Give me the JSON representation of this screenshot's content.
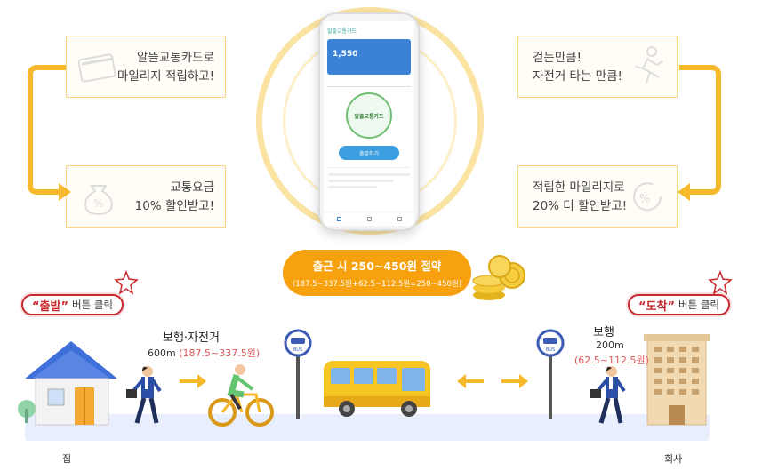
{
  "boxes": {
    "top_left": {
      "line1": "알뜰교통카드로",
      "line2": "마일리지 적립하고!"
    },
    "bottom_left": {
      "line1": "교통요금",
      "line2": "10% 할인받고!"
    },
    "top_right": {
      "line1": "걷는만큼!",
      "line2": "자전거 타는 만큼!"
    },
    "bottom_right": {
      "line1": "적립한 마일리지로",
      "line2": "20% 더 할인받고!"
    }
  },
  "phone": {
    "app_name": "알뜰교통카드",
    "mileage_value": "1,550",
    "start_button": "출발하기",
    "logo_text": "알뜰교통카드"
  },
  "savings": {
    "headline": "출근 시 250~450원 절약",
    "detail": "(187.5~337.5원+62.5~112.5원=250~450원)"
  },
  "start_tag": {
    "quoted": "출발",
    "suffix": "버튼 클릭"
  },
  "arrive_tag": {
    "quoted": "도착",
    "suffix": "버튼 클릭"
  },
  "walk_bike": {
    "title": "보행·자전거",
    "distance": "600m",
    "amount": "(187.5~337.5원)"
  },
  "walk": {
    "title": "보행",
    "distance": "200m",
    "amount": "(62.5~112.5원)"
  },
  "bus_sign": "BUS",
  "captions": {
    "home": "집",
    "office": "회사"
  },
  "colors": {
    "accent": "#f8a10e",
    "tag_red": "#c7282c",
    "box_border": "#f7d57a",
    "arrow_yellow": "#f6b92b",
    "bus_yellow": "#f7c625"
  }
}
